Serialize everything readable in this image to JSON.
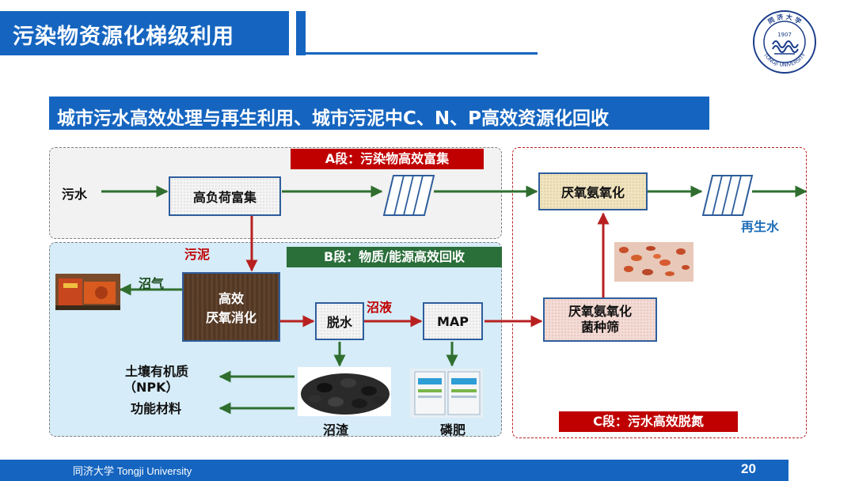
{
  "header": {
    "title": "污染物资源化梯级利用",
    "logo_text_top": "同 济 大 学",
    "logo_year": "1907",
    "logo_text_bottom": "TONGJI UNIVERSITY"
  },
  "subtitle": "城市污水高效处理与再生利用、城市污泥中C、N、P高效资源化回收",
  "sections": {
    "a_label": "A段：污染物高效富集",
    "b_label": "B段：物质/能源高效回收",
    "c_label": "C段：污水高效脱氮"
  },
  "nodes": {
    "wastewater": "污水",
    "high_load": "高负荷富集",
    "sludge": "污泥",
    "digestion_line1": "高效",
    "digestion_line2": "厌氧消化",
    "biogas": "沼气",
    "dewater": "脱水",
    "digestate_liquid": "沼液",
    "map": "MAP",
    "soil_line1": "土壤有机质",
    "soil_line2": "（NPK）",
    "functional": "功能材料",
    "biosolids": "沼渣",
    "phosphate_fert": "磷肥",
    "anammox": "厌氧氨氧化",
    "anammox_screen_line1": "厌氧氨氧化",
    "anammox_screen_line2": "菌种筛",
    "reclaimed": "再生水"
  },
  "product_bag_text": "磷肥",
  "footer": {
    "institution": "同济大学 Tongji University",
    "page_number": "20"
  },
  "colors": {
    "primary_blue": "#1565c0",
    "green_arrow": "#2f6e2f",
    "red_arrow": "#b82020",
    "label_red": "#c00000",
    "label_green": "#2a6e3a"
  }
}
